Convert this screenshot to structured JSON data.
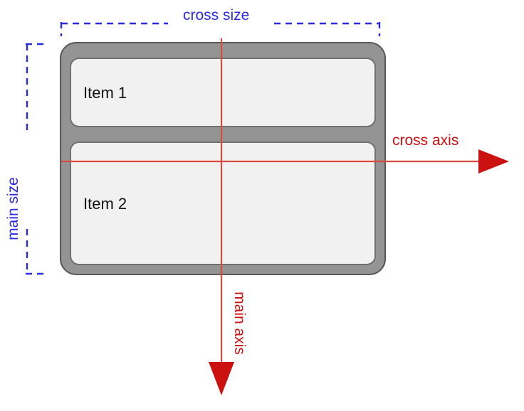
{
  "diagram": {
    "title": "flexbox main axis and cross axis diagram",
    "container": {
      "name": "flex-container",
      "fill": "#949494",
      "stroke": "#595959"
    },
    "items": [
      {
        "label": "Item 1",
        "fill": "#f1f1f1",
        "stroke": "#707070"
      },
      {
        "label": "Item 2",
        "fill": "#f1f1f1",
        "stroke": "#707070"
      }
    ],
    "measurements": [
      {
        "name": "cross-size",
        "label": "cross size",
        "color": "#2a2ae6",
        "orientation": "horizontal"
      },
      {
        "name": "main-size",
        "label": "main size",
        "color": "#2a2ae6",
        "orientation": "vertical"
      }
    ],
    "axes": [
      {
        "name": "cross-axis",
        "label": "cross axis",
        "color": "#cc1111",
        "line_color": "#d94b41",
        "direction": "right"
      },
      {
        "name": "main-axis",
        "label": "main axis",
        "color": "#cc1111",
        "line_color": "#d94b41",
        "direction": "down"
      }
    ],
    "colors": {
      "background": "#ffffff",
      "measurement": "#2a2ae6",
      "axis_arrow": "#cc1111",
      "axis_line": "#d94b41",
      "container_fill": "#949494",
      "container_stroke": "#595959",
      "item_fill": "#f1f1f1",
      "item_stroke": "#707070",
      "item_text": "#111111"
    }
  }
}
